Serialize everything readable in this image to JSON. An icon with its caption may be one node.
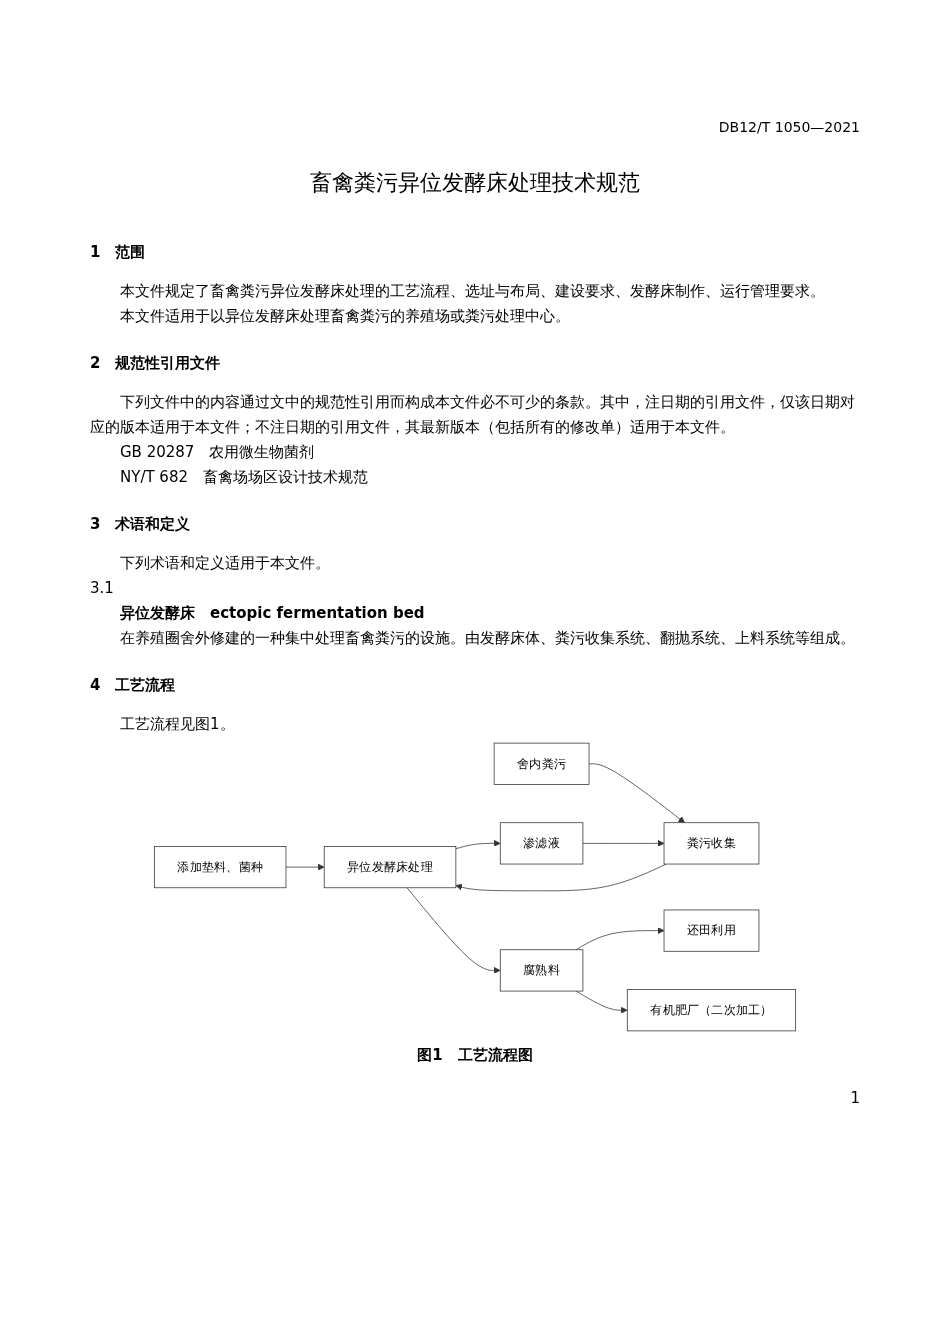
{
  "diagram": {
    "title": "畜禽粪污异位发酵床处理技术规范",
    "caption": "图1　工艺流程图",
    "nodes": [
      {
        "text": [
          "添加垫料、菌种"
        ]
      },
      {
        "text": [
          "舍内粪污"
        ]
      },
      {
        "text": [
          "粪污收集"
        ]
      },
      {
        "text": [
          "异位发酵床处理"
        ]
      },
      {
        "text": [
          "渗滤液"
        ]
      },
      {
        "text": [
          "腐熟料"
        ]
      },
      {
        "text": [
          "还田利用"
        ]
      },
      {
        "text": [
          "有机肥厂（二次加工）"
        ]
      }
    ],
    "edges": [
      {
        "from": 0,
        "to": 3,
        "arrow": "to"
      },
      {
        "from": 1,
        "to": 2,
        "arrow": "to"
      },
      {
        "from": 2,
        "to": 3,
        "arrow": "to"
      },
      {
        "from": 3,
        "to": 4,
        "arrow": "to"
      },
      {
        "from": 3,
        "to": 5,
        "arrow": "to"
      },
      {
        "from": 4,
        "to": 2,
        "arrow": "to"
      },
      {
        "from": 5,
        "to": 6,
        "arrow": "to"
      },
      {
        "from": 5,
        "to": 7,
        "arrow": "to"
      }
    ],
    "labels": [
      "DB12/T 1050—2021",
      "1　范围",
      "本文件规定了畜禽粪污异位发酵床处理的工艺流程、选址与布局、建设要求、发酵床制作、运行管理要求。",
      "本文件适用于以异位发酵床处理畜禽粪污的养殖场或粪污处理中心。",
      "2　规范性引用文件",
      "下列文件中的内容通过文中的规范性引用而构成本文件必不可少的条款。其中，注日期的引用文件，仅该日期对应的版本适用于本文件；不注日期的引用文件，其最新版本（包括所有的修改单）适用于本文件。",
      "GB 20287　农用微生物菌剂",
      "NY/T 682　畜禽场场区设计技术规范",
      "3　术语和定义",
      "下列术语和定义适用于本文件。",
      "3.1",
      "异位发酵床　ectopic fermentation bed",
      "在养殖圈舍外修建的一种集中处理畜禽粪污的设施。由发酵床体、粪污收集系统、翻抛系统、上料系统等组成。",
      "4　工艺流程",
      "工艺流程见图1。",
      "1"
    ]
  }
}
